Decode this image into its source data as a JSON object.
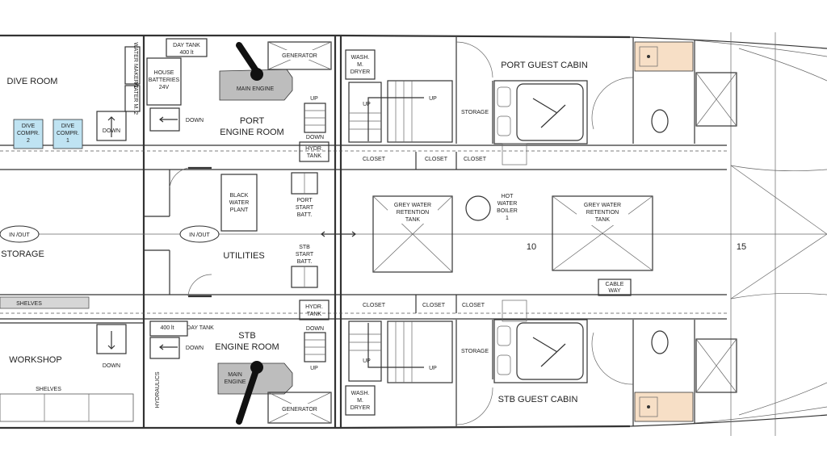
{
  "colors": {
    "line": "#333333",
    "engine": "#bdbdbd",
    "compressor": "#bfe3f2",
    "sink": "#f7dfc6",
    "shelf": "#d6d6d6"
  },
  "rooms": {
    "dive_room": "DIVE ROOM",
    "storage": "STORAGE",
    "workshop": "WORKSHOP",
    "port_engine_room": [
      "PORT",
      "ENGINE ROOM"
    ],
    "stb_engine_room": [
      "STB",
      "ENGINE ROOM"
    ],
    "utilities": "UTILITIES",
    "port_guest_cabin": "PORT GUEST CABIN",
    "stb_guest_cabin": "STB GUEST CABIN",
    "storage_small": "STORAGE"
  },
  "equipment": {
    "day_tank": "DAY TANK",
    "day_tank_volume": "400 lt",
    "water_maker_1": "WATER MAKER 1",
    "water_maker_2": "WATER M. 2",
    "house_batteries": [
      "HOUSE",
      "BATTERIES",
      "24V"
    ],
    "main_engine": "MAIN ENGINE",
    "main_engine_stb": [
      "MAIN",
      "ENGINE"
    ],
    "generator": "GENERATOR",
    "dive_compr_2": [
      "DIVE",
      "COMPR.",
      "2"
    ],
    "dive_compr_1": [
      "DIVE",
      "COMPR.",
      "1"
    ],
    "hydr_tank": [
      "HYDR.",
      "TANK"
    ],
    "black_water_plant": [
      "BLACK",
      "WATER",
      "PLANT"
    ],
    "port_start_batt": [
      "PORT",
      "START",
      "BATT."
    ],
    "stb_start_batt": [
      "STB",
      "START",
      "BATT."
    ],
    "grey_water_tank": [
      "GREY WATER",
      "RETENTION",
      "TANK"
    ],
    "hot_water_boiler": [
      "HOT",
      "WATER",
      "BOILER",
      "1"
    ],
    "wash_dryer": [
      "WASH.",
      "M.",
      "DRYER"
    ],
    "cable_way": [
      "CABLE",
      "WAY"
    ],
    "hydraulics": "HYDRAULICS",
    "shelves": "SHELVES",
    "closet": "CLOSET",
    "in_out": "IN /OUT",
    "stair_up": "UP",
    "stair_down": "DOWN"
  },
  "frames": {
    "f10": "10",
    "f15": "15"
  }
}
